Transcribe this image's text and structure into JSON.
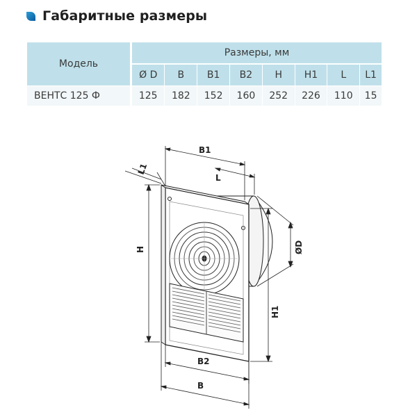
{
  "heading": {
    "text": "Габаритные размеры"
  },
  "table": {
    "model_header": "Модель",
    "sizes_header": "Размеры, мм",
    "columns": [
      "Ø D",
      "B",
      "B1",
      "B2",
      "H",
      "H1",
      "L",
      "L1"
    ],
    "rows": [
      {
        "model": "ВЕНТС 125 Ф",
        "values": [
          "125",
          "182",
          "152",
          "160",
          "252",
          "226",
          "110",
          "15"
        ]
      }
    ]
  },
  "drawing": {
    "labels": {
      "B1": "B1",
      "L": "L",
      "L1": "L1",
      "H": "H",
      "D": "ØD",
      "H1": "H1",
      "B2": "B2",
      "B": "B"
    }
  }
}
